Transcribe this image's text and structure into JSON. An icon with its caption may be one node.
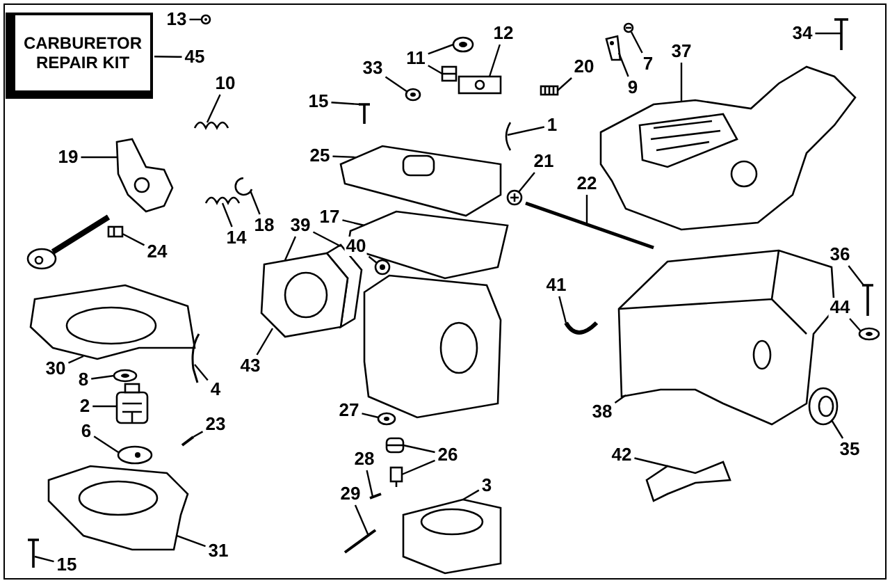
{
  "diagram": {
    "nodes": [
      {
        "text": [
          "CARBURETOR REPAIR KIT"
        ]
      },
      {
        "text": [
          "45"
        ]
      },
      {
        "text": [
          "13"
        ]
      },
      {
        "text": [
          "11"
        ]
      },
      {
        "text": [
          "12"
        ]
      },
      {
        "text": [
          "7"
        ]
      },
      {
        "text": [
          "34"
        ]
      },
      {
        "text": [
          "37"
        ]
      },
      {
        "text": [
          "20"
        ]
      },
      {
        "text": [
          "33"
        ]
      },
      {
        "text": [
          "9"
        ]
      },
      {
        "text": [
          "10"
        ]
      },
      {
        "text": [
          "15"
        ]
      },
      {
        "text": [
          "1"
        ]
      },
      {
        "text": [
          "19"
        ]
      },
      {
        "text": [
          "25"
        ]
      },
      {
        "text": [
          "21"
        ]
      },
      {
        "text": [
          "22"
        ]
      },
      {
        "text": [
          "17"
        ]
      },
      {
        "text": [
          "18"
        ]
      },
      {
        "text": [
          "39"
        ]
      },
      {
        "text": [
          "14"
        ]
      },
      {
        "text": [
          "40"
        ]
      },
      {
        "text": [
          "24"
        ]
      },
      {
        "text": [
          "36"
        ]
      },
      {
        "text": [
          "41"
        ]
      },
      {
        "text": [
          "44"
        ]
      },
      {
        "text": [
          "30"
        ]
      },
      {
        "text": [
          "43"
        ]
      },
      {
        "text": [
          "8"
        ]
      },
      {
        "text": [
          "4"
        ]
      },
      {
        "text": [
          "2"
        ]
      },
      {
        "text": [
          "27"
        ]
      },
      {
        "text": [
          "38"
        ]
      },
      {
        "text": [
          "23"
        ]
      },
      {
        "text": [
          "6"
        ]
      },
      {
        "text": [
          "26"
        ]
      },
      {
        "text": [
          "35"
        ]
      },
      {
        "text": [
          "28"
        ]
      },
      {
        "text": [
          "42"
        ]
      },
      {
        "text": [
          "3"
        ]
      },
      {
        "text": [
          "29"
        ]
      },
      {
        "text": [
          "31"
        ]
      },
      {
        "text": [
          "15"
        ]
      },
      {
        "text": [],
        "shape": "picture"
      },
      {
        "text": [],
        "shape": "picture"
      },
      {
        "text": [],
        "shape": "picture"
      },
      {
        "text": [],
        "shape": "picture"
      },
      {
        "text": [],
        "shape": "picture"
      },
      {
        "text": [],
        "shape": "picture"
      },
      {
        "text": [],
        "shape": "picture"
      },
      {
        "text": [],
        "shape": "picture"
      },
      {
        "text": [],
        "shape": "picture"
      },
      {
        "text": [],
        "shape": "picture"
      },
      {
        "text": [],
        "shape": "picture"
      },
      {
        "text": [],
        "shape": "picture"
      },
      {
        "text": [],
        "shape": "picture"
      },
      {
        "text": [],
        "shape": "picture"
      },
      {
        "text": [],
        "shape": "picture"
      },
      {
        "text": [],
        "shape": "picture"
      },
      {
        "text": [],
        "shape": "picture"
      },
      {
        "text": [],
        "shape": "picture"
      },
      {
        "text": [],
        "shape": "picture"
      },
      {
        "text": [],
        "shape": "picture"
      },
      {
        "text": [],
        "shape": "picture"
      },
      {
        "text": [],
        "shape": "picture"
      },
      {
        "text": [],
        "shape": "picture"
      },
      {
        "text": [],
        "shape": "picture"
      },
      {
        "text": [],
        "shape": "picture"
      },
      {
        "text": [],
        "shape": "picture"
      },
      {
        "text": [],
        "shape": "picture"
      },
      {
        "text": [],
        "shape": "picture"
      },
      {
        "text": [],
        "shape": "picture"
      },
      {
        "text": [],
        "shape": "picture"
      },
      {
        "text": [],
        "shape": "picture"
      },
      {
        "text": [],
        "shape": "picture"
      },
      {
        "text": [],
        "shape": "picture"
      },
      {
        "text": [],
        "shape": "picture"
      },
      {
        "text": [],
        "shape": "picture"
      },
      {
        "text": [],
        "shape": "picture"
      },
      {
        "text": [],
        "shape": "picture"
      },
      {
        "text": [],
        "shape": "picture"
      },
      {
        "text": [],
        "shape": "picture"
      },
      {
        "text": [],
        "shape": "picture"
      },
      {
        "text": [],
        "shape": "picture"
      },
      {
        "text": [],
        "shape": "picture"
      },
      {
        "text": [],
        "shape": "picture"
      },
      {
        "text": [],
        "shape": "picture"
      }
    ],
    "edges": [
      {
        "from": 1,
        "to": 0,
        "arrow": "none"
      },
      {
        "from": 2,
        "to": 44,
        "arrow": "none"
      },
      {
        "from": 3,
        "to": 45,
        "arrow": "none"
      },
      {
        "from": 3,
        "to": 46,
        "arrow": "none"
      },
      {
        "from": 4,
        "to": 47,
        "arrow": "none"
      },
      {
        "from": 5,
        "to": 48,
        "arrow": "none"
      },
      {
        "from": 6,
        "to": 49,
        "arrow": "none"
      },
      {
        "from": 7,
        "to": 50,
        "arrow": "none"
      },
      {
        "from": 8,
        "to": 51,
        "arrow": "none"
      },
      {
        "from": 9,
        "to": 52,
        "arrow": "none"
      },
      {
        "from": 10,
        "to": 53,
        "arrow": "none"
      },
      {
        "from": 11,
        "to": 54,
        "arrow": "none"
      },
      {
        "from": 12,
        "to": 55,
        "arrow": "none"
      },
      {
        "from": 13,
        "to": 56,
        "arrow": "none"
      },
      {
        "from": 14,
        "to": 57,
        "arrow": "none"
      },
      {
        "from": 15,
        "to": 58,
        "arrow": "none"
      },
      {
        "from": 16,
        "to": 59,
        "arrow": "none"
      },
      {
        "from": 17,
        "to": 60,
        "arrow": "none"
      },
      {
        "from": 18,
        "to": 61,
        "arrow": "none"
      },
      {
        "from": 19,
        "to": 62,
        "arrow": "none"
      },
      {
        "from": 20,
        "to": 64,
        "arrow": "none"
      },
      {
        "from": 20,
        "to": 63,
        "arrow": "none"
      },
      {
        "from": 21,
        "to": 65,
        "arrow": "none"
      },
      {
        "from": 22,
        "to": 66,
        "arrow": "none"
      },
      {
        "from": 23,
        "to": 67,
        "arrow": "none"
      },
      {
        "from": 24,
        "to": 68,
        "arrow": "none"
      },
      {
        "from": 25,
        "to": 69,
        "arrow": "none"
      },
      {
        "from": 26,
        "to": 70,
        "arrow": "none"
      },
      {
        "from": 27,
        "to": 71,
        "arrow": "none"
      },
      {
        "from": 28,
        "to": 64,
        "arrow": "none"
      },
      {
        "from": 29,
        "to": 72,
        "arrow": "none"
      },
      {
        "from": 30,
        "to": 73,
        "arrow": "none"
      },
      {
        "from": 31,
        "to": 74,
        "arrow": "none"
      },
      {
        "from": 32,
        "to": 75,
        "arrow": "none"
      },
      {
        "from": 33,
        "to": 76,
        "arrow": "none"
      },
      {
        "from": 34,
        "to": 77,
        "arrow": "none"
      },
      {
        "from": 35,
        "to": 78,
        "arrow": "none"
      },
      {
        "from": 36,
        "to": 79,
        "arrow": "none"
      },
      {
        "from": 36,
        "to": 80,
        "arrow": "none"
      },
      {
        "from": 37,
        "to": 81,
        "arrow": "none"
      },
      {
        "from": 38,
        "to": 82,
        "arrow": "none"
      },
      {
        "from": 39,
        "to": 83,
        "arrow": "none"
      },
      {
        "from": 40,
        "to": 84,
        "arrow": "none"
      },
      {
        "from": 41,
        "to": 85,
        "arrow": "none"
      },
      {
        "from": 42,
        "to": 86,
        "arrow": "none"
      },
      {
        "from": 43,
        "to": 87,
        "arrow": "none"
      }
    ]
  }
}
